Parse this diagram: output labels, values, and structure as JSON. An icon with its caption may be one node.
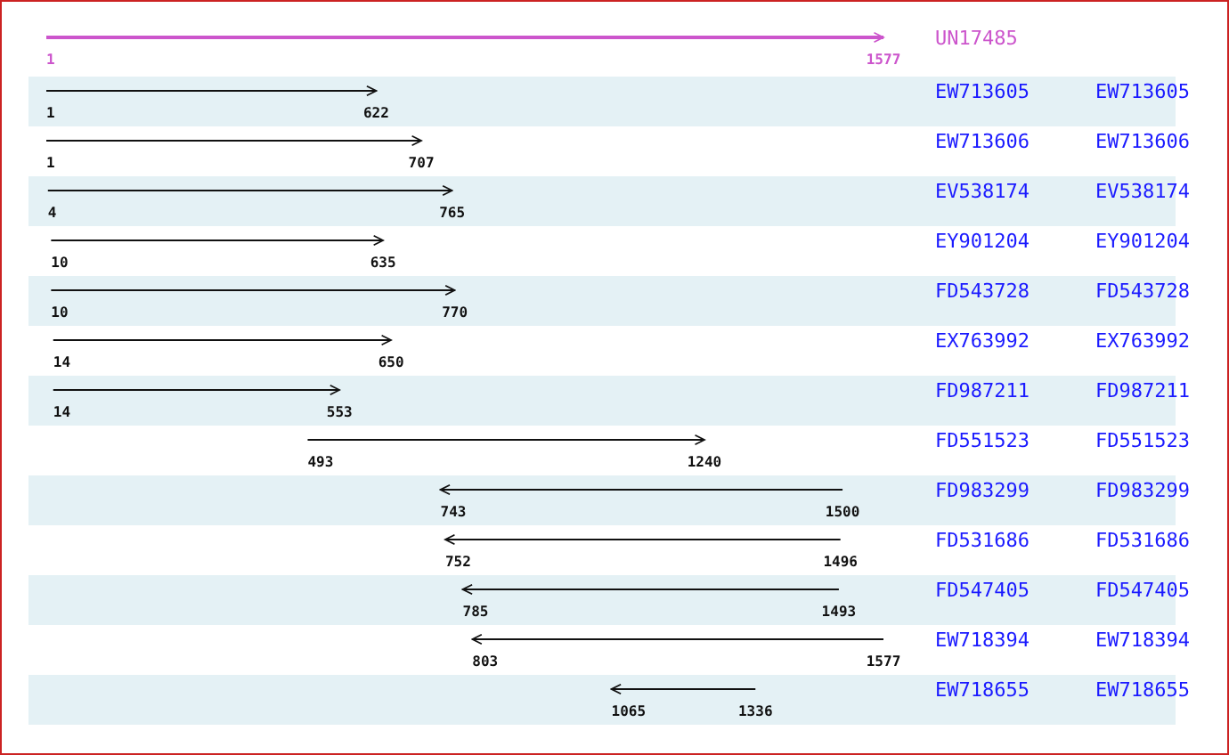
{
  "diagram": {
    "labels": [
      "UN17485",
      "1",
      "1577",
      "EW713605",
      "EW713605",
      "1",
      "622",
      "EW713606",
      "EW713606",
      "1",
      "707",
      "EV538174",
      "EV538174",
      "4",
      "765",
      "EY901204",
      "EY901204",
      "10",
      "635",
      "FD543728",
      "FD543728",
      "10",
      "770",
      "EX763992",
      "EX763992",
      "14",
      "650",
      "FD987211",
      "FD987211",
      "14",
      "553",
      "FD551523",
      "FD551523",
      "493",
      "1240",
      "FD983299",
      "FD983299",
      "743",
      "1500",
      "FD531686",
      "FD531686",
      "752",
      "1496",
      "FD547405",
      "FD547405",
      "785",
      "1493",
      "EW718394",
      "EW718394",
      "803",
      "1577",
      "EW718655",
      "EW718655",
      "1065",
      "1336"
    ]
  }
}
